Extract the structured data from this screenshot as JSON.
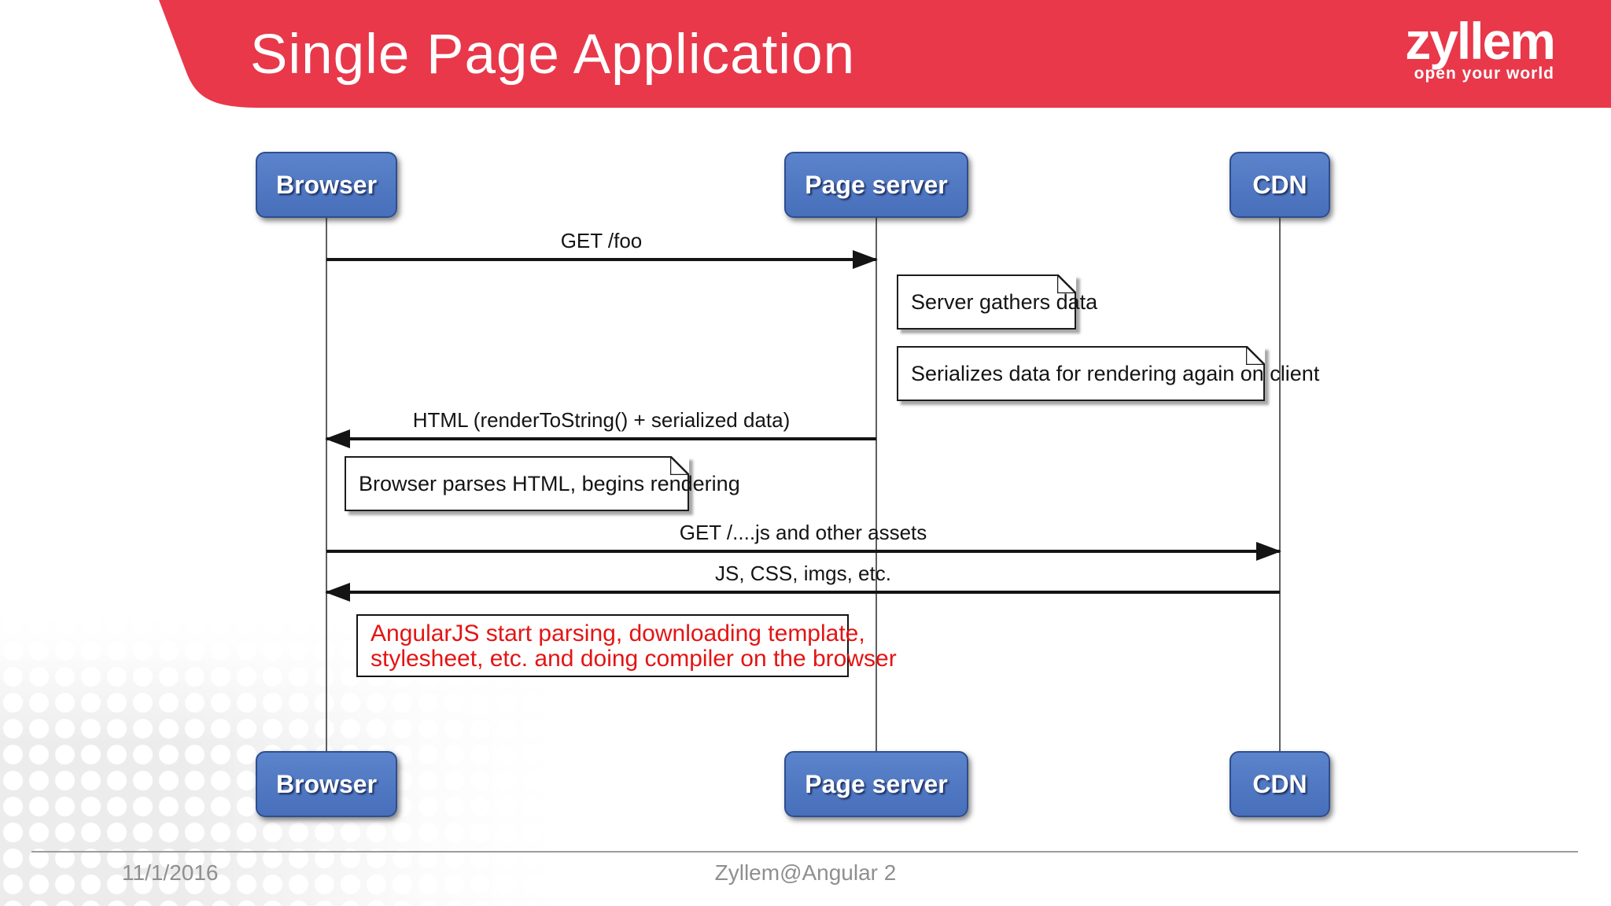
{
  "slide": {
    "title": "Single Page Application"
  },
  "logo": {
    "name": "zyllem",
    "tagline": "open your world"
  },
  "colors": {
    "banner_red": "#e8384a",
    "actor_blue": "#4d78c3",
    "actor_border_blue": "#2e4d8f",
    "annotation_red": "#e41414",
    "footer_gray": "#8f8f8f"
  },
  "actors": {
    "browser": "Browser",
    "page_server": "Page server",
    "cdn": "CDN"
  },
  "messages": [
    {
      "label": "GET /foo",
      "from": "browser",
      "to": "page_server",
      "direction": "right"
    },
    {
      "label": "HTML (renderToString() + serialized data)",
      "from": "page_server",
      "to": "browser",
      "direction": "left"
    },
    {
      "label": "GET /....js and other assets",
      "from": "browser",
      "to": "cdn",
      "direction": "right"
    },
    {
      "label": "JS, CSS, imgs, etc.",
      "from": "cdn",
      "to": "browser",
      "direction": "left"
    }
  ],
  "notes": [
    {
      "text": "Server gathers data"
    },
    {
      "text": "Serializes data for rendering again on client"
    },
    {
      "text": "Browser parses HTML, begins rendering"
    }
  ],
  "annotation": {
    "line1": "AngularJS start parsing, downloading template,",
    "line2": "stylesheet, etc. and doing compiler on the browser"
  },
  "footer": {
    "date": "11/1/2016",
    "center": "Zyllem@Angular 2"
  }
}
